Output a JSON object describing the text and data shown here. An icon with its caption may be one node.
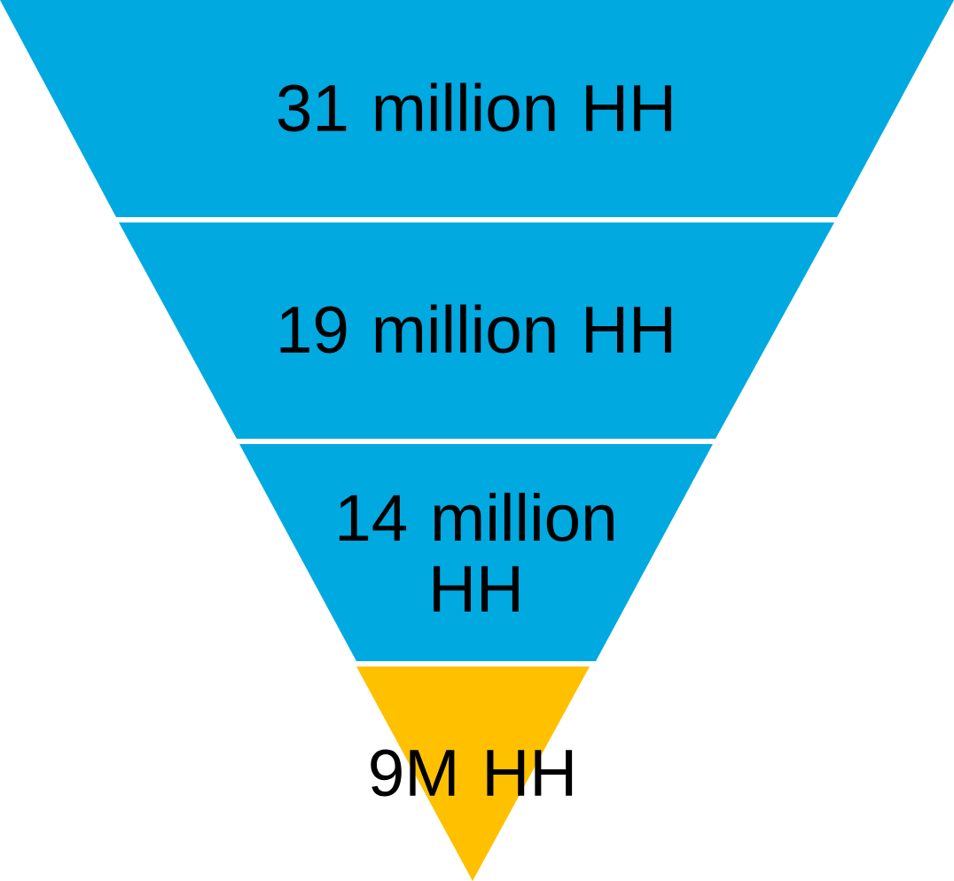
{
  "diagram": {
    "nodes": [
      {
        "text": [
          "31 million HH"
        ]
      },
      {
        "text": [
          "19 million HH"
        ]
      },
      {
        "text": [
          "14 million HH"
        ]
      },
      {
        "text": [
          "9M HH"
        ]
      }
    ]
  }
}
